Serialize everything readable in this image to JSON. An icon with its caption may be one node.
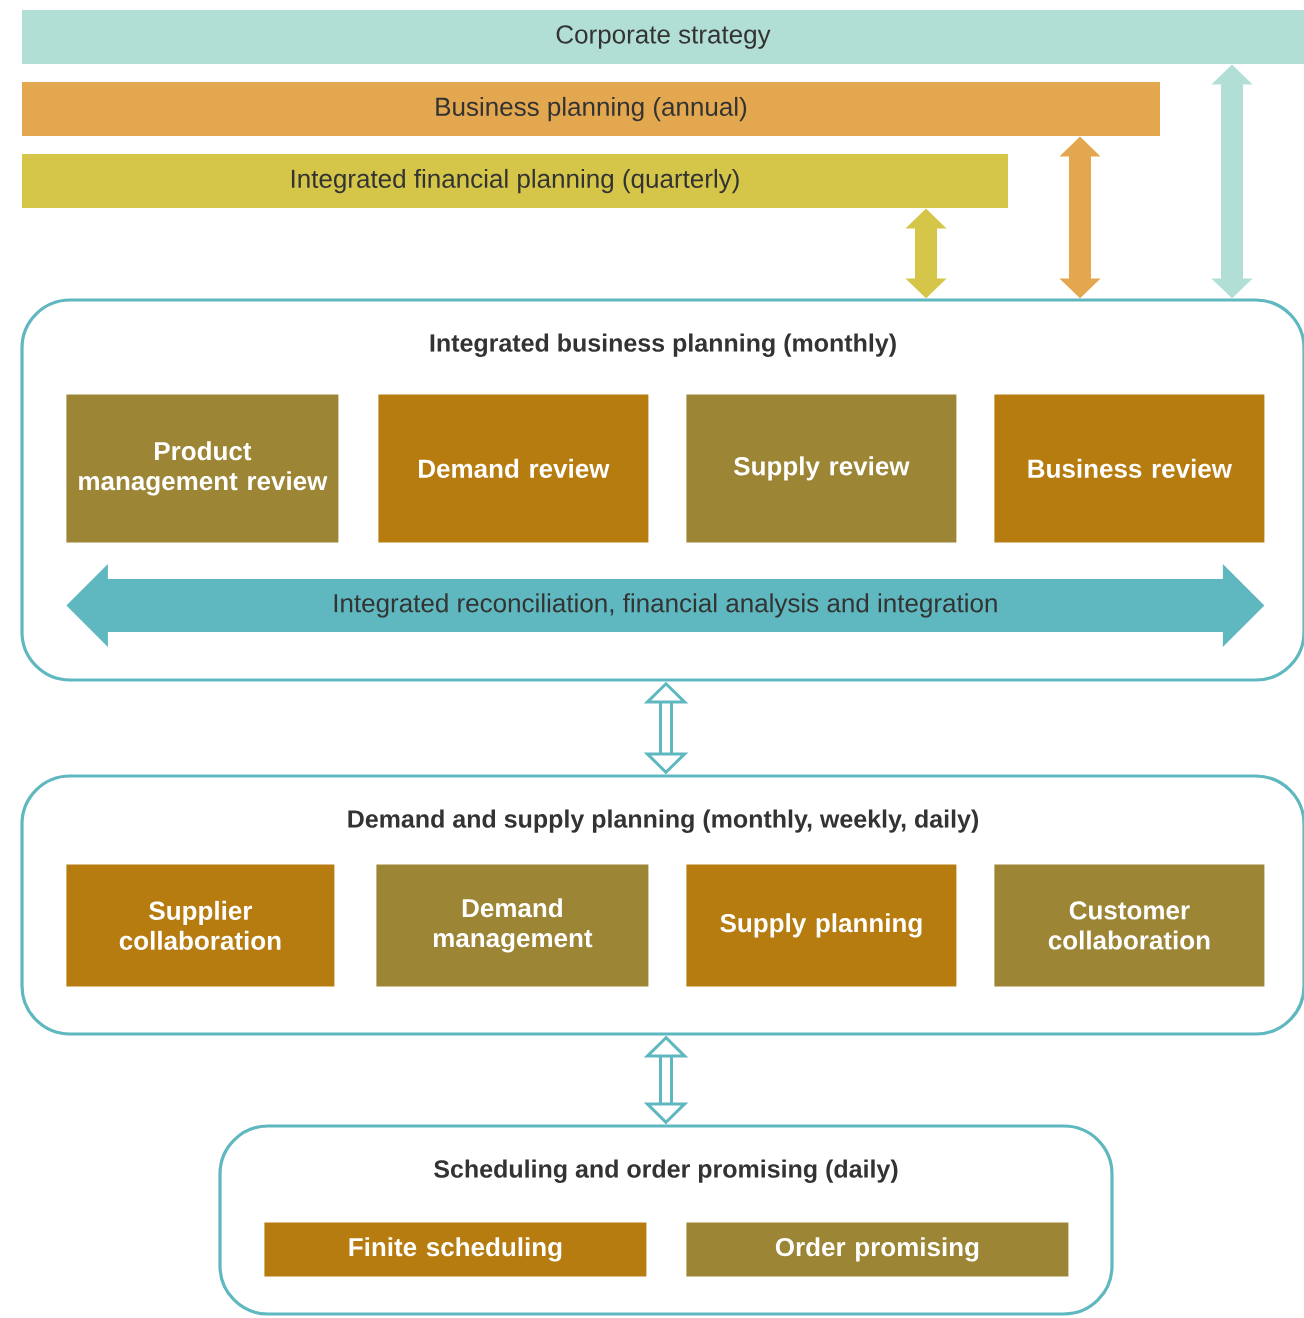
{
  "diagram": {
    "nodes": [
      {
        "text": [
          "Corporate strategy"
        ]
      },
      {
        "text": [
          "Business planning (annual)"
        ]
      },
      {
        "text": [
          "Integrated financial planning (quarterly)"
        ]
      },
      {
        "text": [
          "Integrated business planning (monthly)"
        ]
      },
      {
        "text": [
          "Product management review"
        ],
        "in": 3
      },
      {
        "text": [
          "Demand review"
        ],
        "in": 3
      },
      {
        "text": [
          "Supply review"
        ],
        "in": 3
      },
      {
        "text": [
          "Business review"
        ],
        "in": 3
      },
      {
        "text": [
          "Integrated reconciliation, financial analysis and integration"
        ],
        "in": 3
      },
      {
        "text": [
          "Demand and supply planning (monthly, weekly, daily)"
        ]
      },
      {
        "text": [
          "Supplier collaboration"
        ],
        "in": 9
      },
      {
        "text": [
          "Demand management"
        ],
        "in": 9
      },
      {
        "text": [
          "Supply planning"
        ],
        "in": 9
      },
      {
        "text": [
          "Customer collaboration"
        ],
        "in": 9
      },
      {
        "text": [
          "Scheduling and order promising (daily)"
        ]
      },
      {
        "text": [
          "Finite scheduling"
        ],
        "in": 14
      },
      {
        "text": [
          "Order promising"
        ],
        "in": 14
      }
    ],
    "edges": [
      {
        "from": 2,
        "to": 3,
        "arrow": "both",
        "color": "#d5c64a"
      },
      {
        "from": 1,
        "to": 3,
        "arrow": "both",
        "color": "#e3a84f"
      },
      {
        "from": 0,
        "to": 3,
        "arrow": "both",
        "color": "#b2dfd5"
      },
      {
        "from": 3,
        "to": 9,
        "arrow": "both"
      },
      {
        "from": 9,
        "to": 14,
        "arrow": "both"
      }
    ]
  }
}
